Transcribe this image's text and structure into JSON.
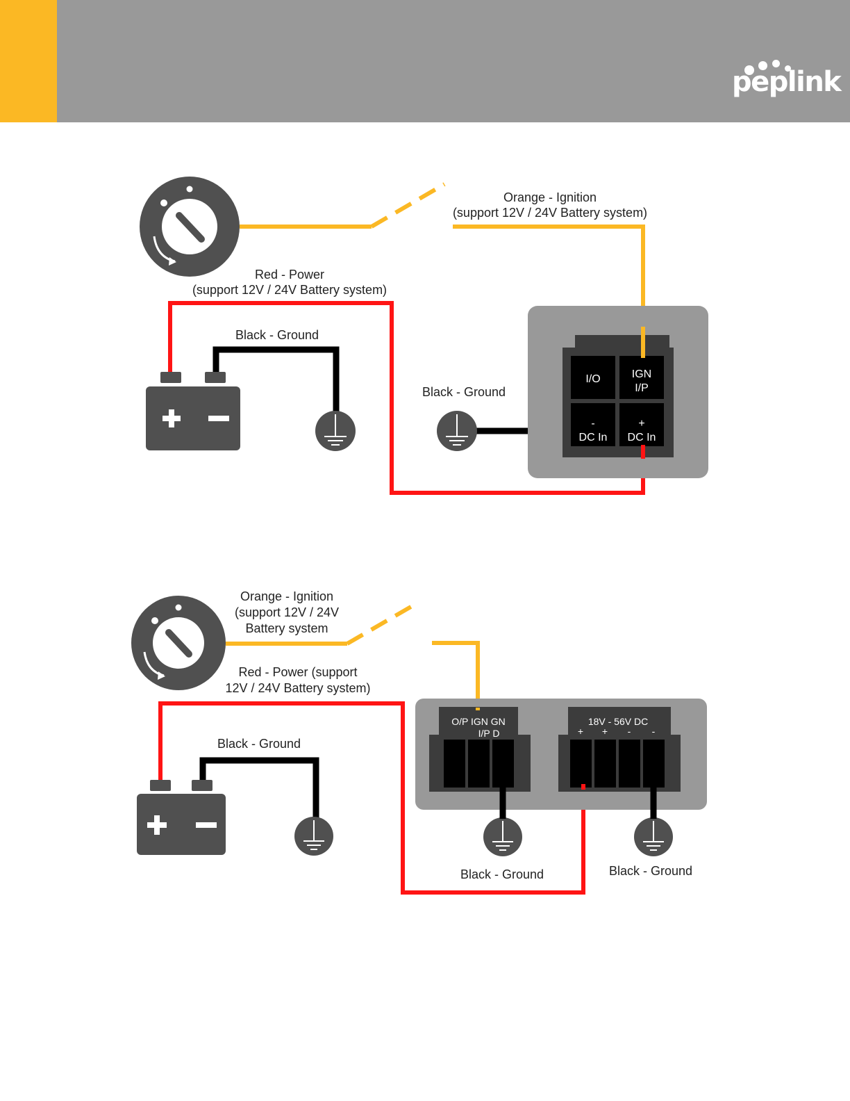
{
  "header": {
    "brand": "peplink",
    "accent_color": "#FBB824",
    "bar_color": "#999999"
  },
  "colors": {
    "ignition_wire": "#FBB824",
    "power_wire": "#FF1414",
    "ground_wire": "#000000",
    "component": "#505050",
    "device_body": "#999999"
  },
  "diagram_top": {
    "orange_label_1": "Orange - Ignition",
    "orange_label_2": "(support 12V / 24V Battery system)",
    "red_label_1": "Red - Power",
    "red_label_2": "(support 12V / 24V Battery system)",
    "black_label_battery": "Black - Ground",
    "black_label_device": "Black - Ground",
    "pin_io": "I/O",
    "pin_ign_1": "IGN",
    "pin_ign_2": "I/P",
    "pin_dcneg_1": "-",
    "pin_dcneg_2": "DC In",
    "pin_dcpos_1": "+",
    "pin_dcpos_2": "DC In",
    "battery_plus": "+",
    "battery_minus": "−"
  },
  "diagram_bottom": {
    "orange_label_1": "Orange - Ignition",
    "orange_label_2": "(support 12V / 24V",
    "orange_label_3": "Battery system",
    "red_label_1": "Red - Power (support",
    "red_label_2": "12V / 24V Battery system)",
    "black_label_battery": "Black - Ground",
    "black_label_left": "Black - Ground",
    "black_label_right": "Black - Ground",
    "left_connector_row1": "O/P IGN  GN",
    "left_connector_row2": "I/P    D",
    "right_connector_title": "18V - 56V DC",
    "right_connector_pins": [
      "+",
      "+",
      "-",
      "-"
    ],
    "battery_plus": "+",
    "battery_minus": "−"
  }
}
